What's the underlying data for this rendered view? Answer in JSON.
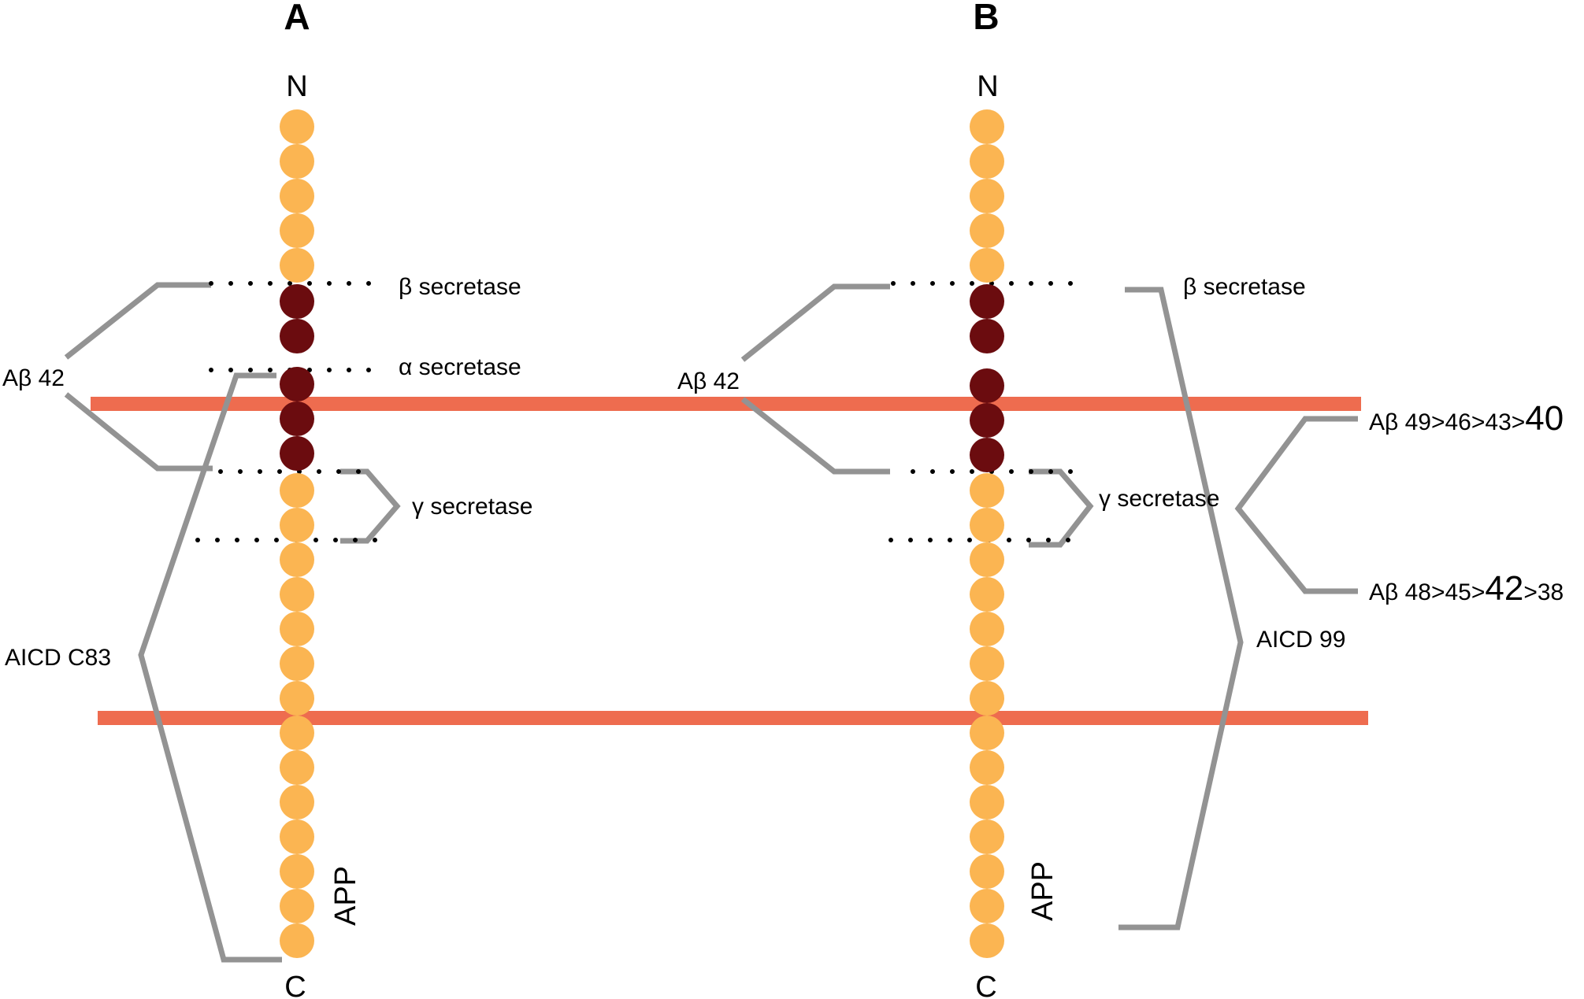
{
  "colors": {
    "membrane": "#ee6c4f",
    "residue": "#fbb552",
    "abeta_residue": "#6b0c0f",
    "bracket": "#939393",
    "dots": "#000000"
  },
  "panel_a": {
    "label": "A",
    "n_terminus": "N",
    "c_terminus": "C",
    "protein": "APP",
    "beta_secretase": "β secretase",
    "alpha_secretase": "α secretase",
    "gamma_secretase": "γ secretase",
    "abeta": "Aβ 42",
    "aicd": "AICD C83"
  },
  "panel_b": {
    "label": "B",
    "n_terminus": "N",
    "c_terminus": "C",
    "protein": "APP",
    "beta_secretase": "β secretase",
    "gamma_secretase": "γ secretase",
    "abeta": "Aβ 42",
    "aicd": "AICD 99",
    "product_line1_prefix": "Aβ 49>46>43>",
    "product_line1_big": "40",
    "product_line2_prefix": "Aβ 48>45>",
    "product_line2_big": "42",
    "product_line2_suffix": ">38"
  }
}
